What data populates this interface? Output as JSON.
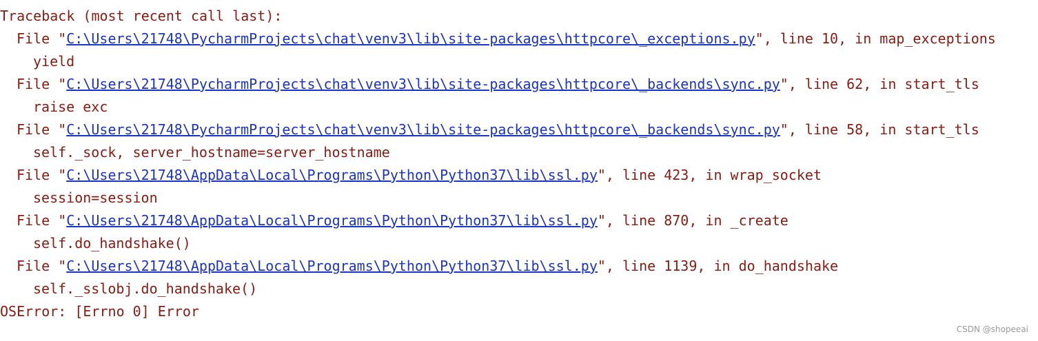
{
  "traceback": {
    "header": "Traceback (most recent call last):",
    "frames": [
      {
        "prefix": "File \"",
        "path": "C:\\Users\\21748\\PycharmProjects\\chat\\venv3\\lib\\site-packages\\httpcore\\_exceptions.py",
        "suffix": "\", line 10, in map_exceptions",
        "code": "yield"
      },
      {
        "prefix": "File \"",
        "path": "C:\\Users\\21748\\PycharmProjects\\chat\\venv3\\lib\\site-packages\\httpcore\\_backends\\sync.py",
        "suffix": "\", line 62, in start_tls",
        "code": "raise exc"
      },
      {
        "prefix": "File \"",
        "path": "C:\\Users\\21748\\PycharmProjects\\chat\\venv3\\lib\\site-packages\\httpcore\\_backends\\sync.py",
        "suffix": "\", line 58, in start_tls",
        "code": "self._sock, server_hostname=server_hostname"
      },
      {
        "prefix": "File \"",
        "path": "C:\\Users\\21748\\AppData\\Local\\Programs\\Python\\Python37\\lib\\ssl.py",
        "suffix": "\", line 423, in wrap_socket",
        "code": "session=session"
      },
      {
        "prefix": "File \"",
        "path": "C:\\Users\\21748\\AppData\\Local\\Programs\\Python\\Python37\\lib\\ssl.py",
        "suffix": "\", line 870, in _create",
        "code": "self.do_handshake()"
      },
      {
        "prefix": "File \"",
        "path": "C:\\Users\\21748\\AppData\\Local\\Programs\\Python\\Python37\\lib\\ssl.py",
        "suffix": "\", line 1139, in do_handshake",
        "code": "self._sslobj.do_handshake()"
      }
    ],
    "error": "OSError: [Errno 0] Error"
  },
  "watermark": "CSDN @shopeeai",
  "colors": {
    "text": "#8b1a10",
    "link": "#1a33c8",
    "background": "#ffffff"
  }
}
